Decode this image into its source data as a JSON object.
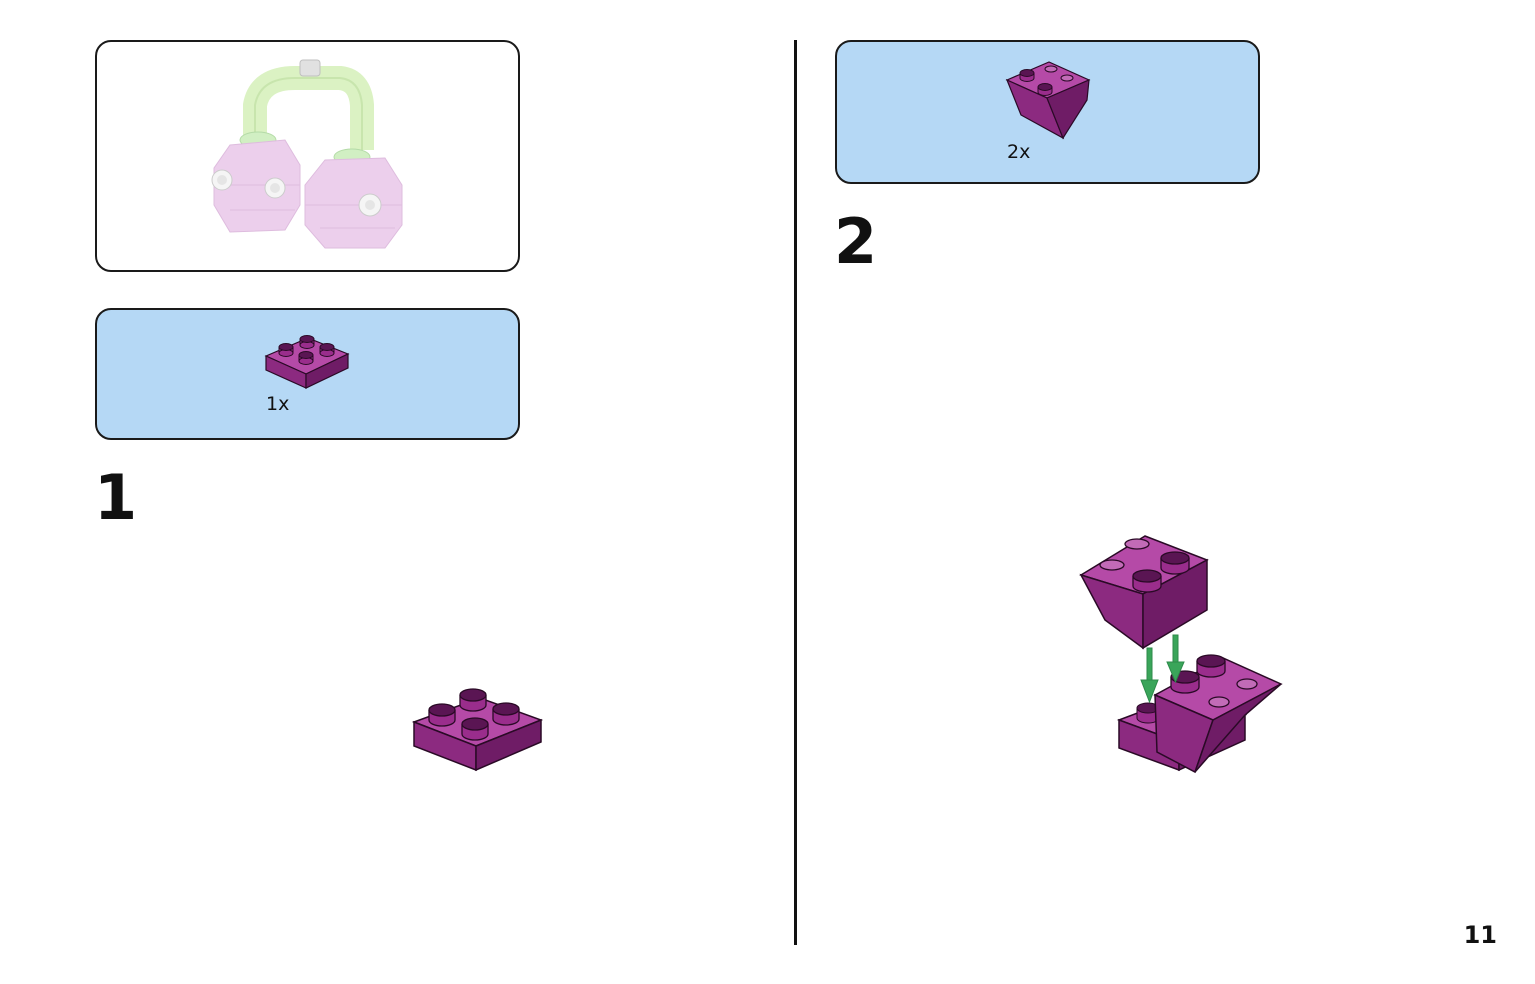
{
  "page": {
    "number": "11"
  },
  "preview": {
    "icon": "cherries-model-preview",
    "colors": {
      "stem": "#c9f0a8",
      "fruit": "#e2b8e2"
    }
  },
  "steps": [
    {
      "number": "1",
      "parts": [
        {
          "quantity": "1x",
          "icon": "plate-2x2-icon"
        }
      ]
    },
    {
      "number": "2",
      "parts": [
        {
          "quantity": "2x",
          "icon": "inverted-slope-brick-icon"
        }
      ]
    }
  ],
  "colors": {
    "brick": "#9a2d8c",
    "brick_light": "#b54aa7",
    "brick_dark": "#6f1c66",
    "parts_panel": "#b5d8f5",
    "arrow": "#3aa55a"
  }
}
